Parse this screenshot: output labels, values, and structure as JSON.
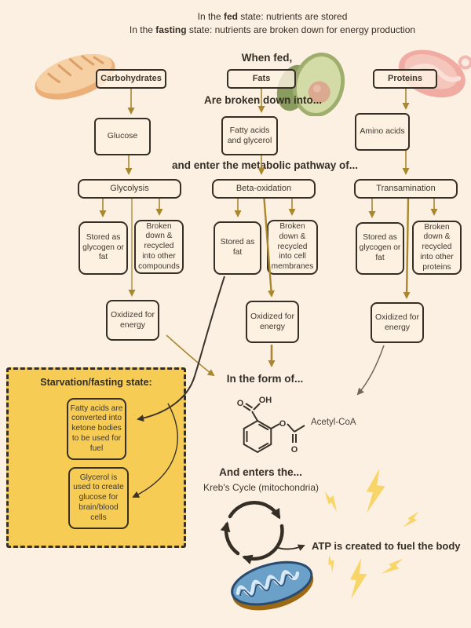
{
  "colors": {
    "background": "#fcf0e2",
    "ink": "#362f26",
    "gold_arrow": "#a9872e",
    "panel_yellow": "#f7cc55",
    "bolt_yellow": "#f8d569",
    "gray_arrow": "#70675c"
  },
  "header": {
    "line1": {
      "pre": "In the ",
      "bold": "fed",
      "post": " state: nutrients are stored"
    },
    "line2": {
      "pre": "In the ",
      "bold": "fasting",
      "post": " state: nutrients are broken down for energy production"
    }
  },
  "headings": {
    "when_fed": "When fed,",
    "broken_down": "Are broken down into...",
    "pathway": "and enter the metabolic pathway of...",
    "in_form": "In the form of...",
    "and_enters": "And enters the...",
    "krebs": "Kreb's Cycle (mitochondria)",
    "atp": "ATP is created to fuel the body"
  },
  "columns": [
    {
      "source": "Carbohydrates",
      "product": "Glucose",
      "pathway": "Glycolysis",
      "stored": "Stored as glycogen or fat",
      "recycled": "Broken down & recycled into other compounds",
      "oxidized": "Oxidized for energy"
    },
    {
      "source": "Fats",
      "product": "Fatty acids and glycerol",
      "pathway": "Beta-oxidation",
      "stored": "Stored as fat",
      "recycled": "Broken down & recycled into cell membranes",
      "oxidized": "Oxidized for energy"
    },
    {
      "source": "Proteins",
      "product": "Amino acids",
      "pathway": "Transamination",
      "stored": "Stored as glycogen or fat",
      "recycled": "Broken down & recycled into other proteins",
      "oxidized": "Oxidized for energy"
    }
  ],
  "starvation": {
    "title": "Starvation/fasting state:",
    "box1": "Fatty acids are converted into ketone bodies to be used for fuel",
    "box2": "Glycerol is used to create glucose for brain/blood cells"
  },
  "chemical": {
    "label": "Acetyl-CoA",
    "atoms": [
      "O",
      "OH",
      "O"
    ]
  },
  "icons": {
    "bread": "bread-loaf-illustration",
    "avocado": "avocado-illustration",
    "steak": "steak-illustration",
    "mitochondria": "mitochondria-illustration",
    "lightning": "lightning-bolt",
    "krebs_cycle": "circular-cycle-arrows",
    "molecule": "acetyl-coa-structure"
  }
}
